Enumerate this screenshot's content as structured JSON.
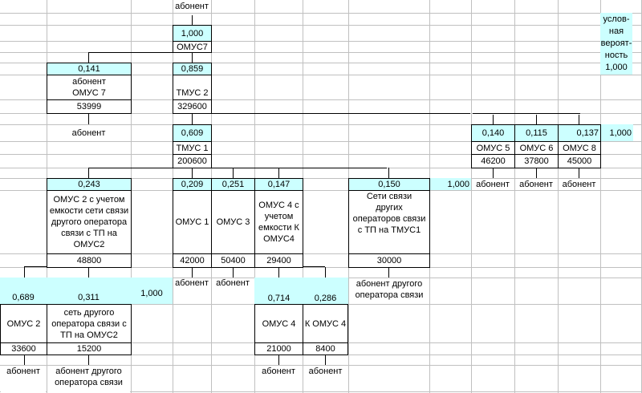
{
  "colors": {
    "probability_fill": "#ccffff",
    "grid": "#c0c0c0",
    "border": "#000000"
  },
  "top": {
    "subscriber": "абонент",
    "prob": "1,000",
    "name": "ОМУС7"
  },
  "legend": {
    "label": "услов-\nная\nвероят-\nность\n1,000"
  },
  "omus7_sub": {
    "prob": "0,141",
    "name": "абонент\nОМУС 7",
    "count": "53999",
    "below": "абонент"
  },
  "tmus2": {
    "prob": "0,859",
    "name": "ТМУС 2",
    "count": "329600"
  },
  "tmus1": {
    "prob": "0,609",
    "name": "ТМУС 1",
    "count": "200600"
  },
  "right_group": {
    "total": "1,000",
    "nodes": [
      {
        "prob": "0,140",
        "name": "ОМУС 5",
        "count": "46200",
        "below": "абонент"
      },
      {
        "prob": "0,115",
        "name": "ОМУС 6",
        "count": "37800",
        "below": "абонент"
      },
      {
        "prob": "0,137",
        "name": "ОМУС 8",
        "count": "45000",
        "below": "абонент"
      }
    ]
  },
  "mid": {
    "omus2_ext": {
      "prob": "0,243",
      "name": "ОМУС 2 с учетом емкости сети связи другого оператора связи с ТП на ОМУС2",
      "count": "48800"
    },
    "omus1": {
      "prob": "0,209",
      "name": "ОМУС 1",
      "count": "42000",
      "below": "абонент"
    },
    "omus3": {
      "prob": "0,251",
      "name": "ОМУС 3",
      "count": "50400",
      "below": "абонент"
    },
    "omus4_ext": {
      "prob": "0,147",
      "name": "ОМУС 4 с учетом емкости К ОМУС4",
      "count": "29400"
    },
    "other_nets": {
      "prob": "0,150",
      "name": "Сети связи других операторов связи с ТП на ТМУС1",
      "count": "30000",
      "below": "абонент другого оператора связи"
    },
    "total": "1,000"
  },
  "bottom": {
    "omus2": {
      "prob": "0,689",
      "name": "ОМУС 2",
      "count": "33600",
      "below": "абонент"
    },
    "other_op": {
      "prob": "0,311",
      "name": "сеть другого оператора связи с ТП на ОМУС2",
      "count": "15200",
      "below": "абонент другого оператора связи"
    },
    "total": "1,000",
    "omus4": {
      "prob": "0,714",
      "name": "ОМУС 4",
      "count": "21000",
      "below": "абонент"
    },
    "k_omus4": {
      "prob": "0,286",
      "name": "К ОМУС 4",
      "count": "8400",
      "below": "абонент"
    }
  }
}
